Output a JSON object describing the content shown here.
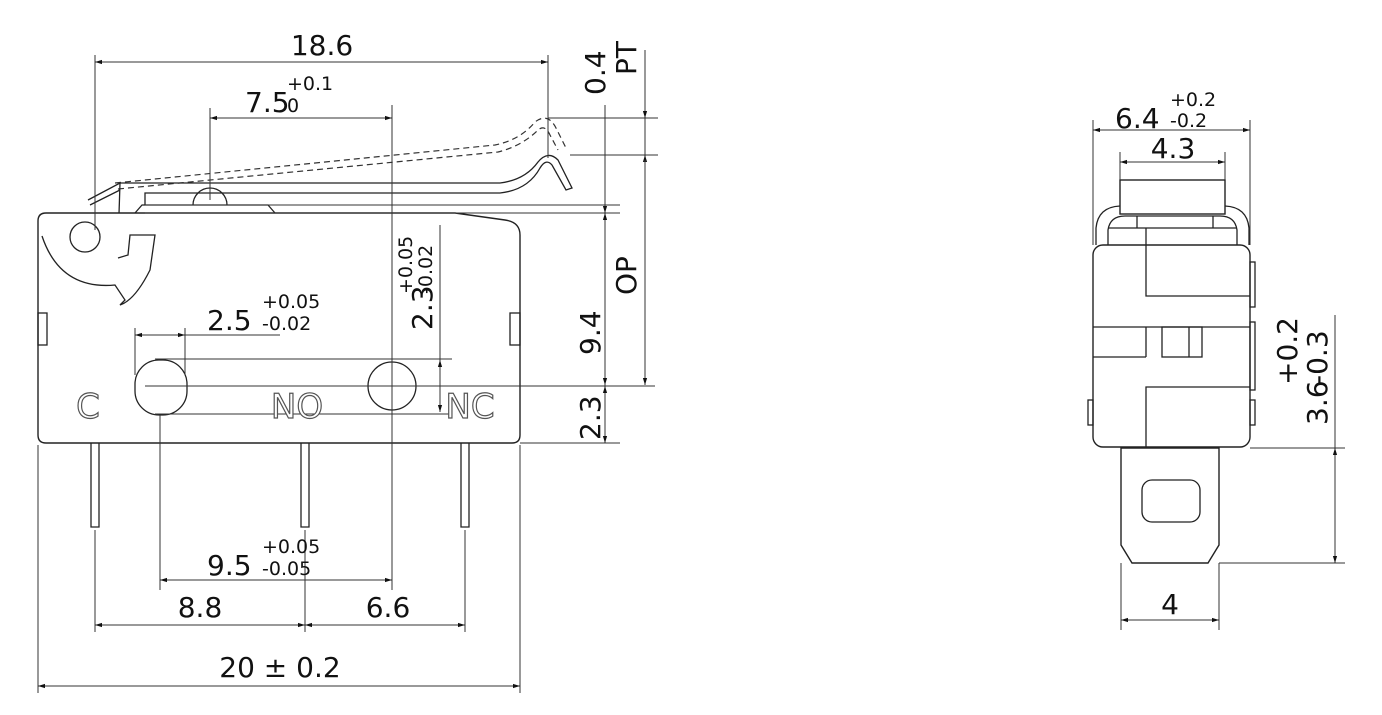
{
  "side_view": {
    "terminal_labels": {
      "c": "C",
      "no": "NO",
      "nc": "NC"
    },
    "dims": {
      "overall_lever": "18.6",
      "roller_pos": {
        "nominal": "7.5",
        "upper": "+0.1",
        "lower": "0"
      },
      "hole_dia": {
        "nominal": "2.5",
        "upper": "+0.05",
        "lower": "-0.02"
      },
      "hole_offset": {
        "nominal": "2.3",
        "upper": "+0.05",
        "lower": "-0.02"
      },
      "pt_value": "0.4",
      "pt_label": "PT",
      "op_label": "OP",
      "op_height": "9.4",
      "hole_height": "2.3",
      "hole_pitch": {
        "nominal": "9.5",
        "upper": "+0.05",
        "lower": "-0.05"
      },
      "pin_pitch_left": "8.8",
      "pin_pitch_right": "6.6",
      "body_length": "20 ± 0.2"
    }
  },
  "end_view": {
    "dims": {
      "body_width": {
        "nominal": "6.4",
        "upper": "+0.2",
        "lower": "-0.2"
      },
      "cap_width": "4.3",
      "terminal_length": {
        "nominal": "3.6",
        "upper": "+0.2",
        "lower": "-0.3"
      },
      "terminal_width": "4"
    }
  }
}
